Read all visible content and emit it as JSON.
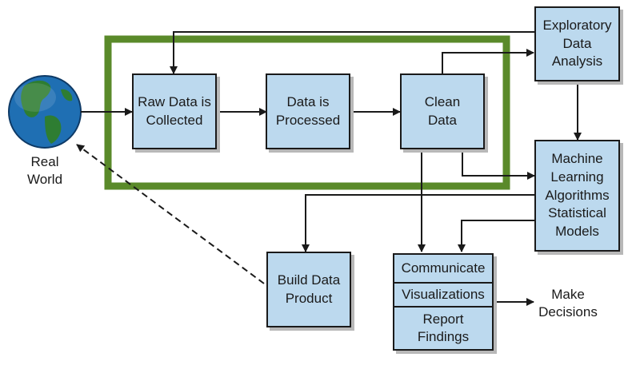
{
  "colors": {
    "box_fill": "#bcd9ee",
    "frame": "#5a8a2a",
    "stroke": "#1a1a1a",
    "ocean": "#1f6fb3",
    "land": "#2e7d32"
  },
  "nodes": {
    "real_world": "Real\nWorld",
    "raw_data": "Raw Data is\nCollected",
    "processed": "Data is\nProcessed",
    "clean": "Clean\nData",
    "eda": "Exploratory\nData\nAnalysis",
    "ml": "Machine\nLearning\nAlgorithms\nStatistical\nModels",
    "build": "Build Data\nProduct",
    "communicate": "Communicate",
    "visualizations": "Visualizations",
    "report": "Report\nFindings",
    "decisions": "Make\nDecisions"
  },
  "icons": {
    "globe": "earth-globe-icon"
  }
}
